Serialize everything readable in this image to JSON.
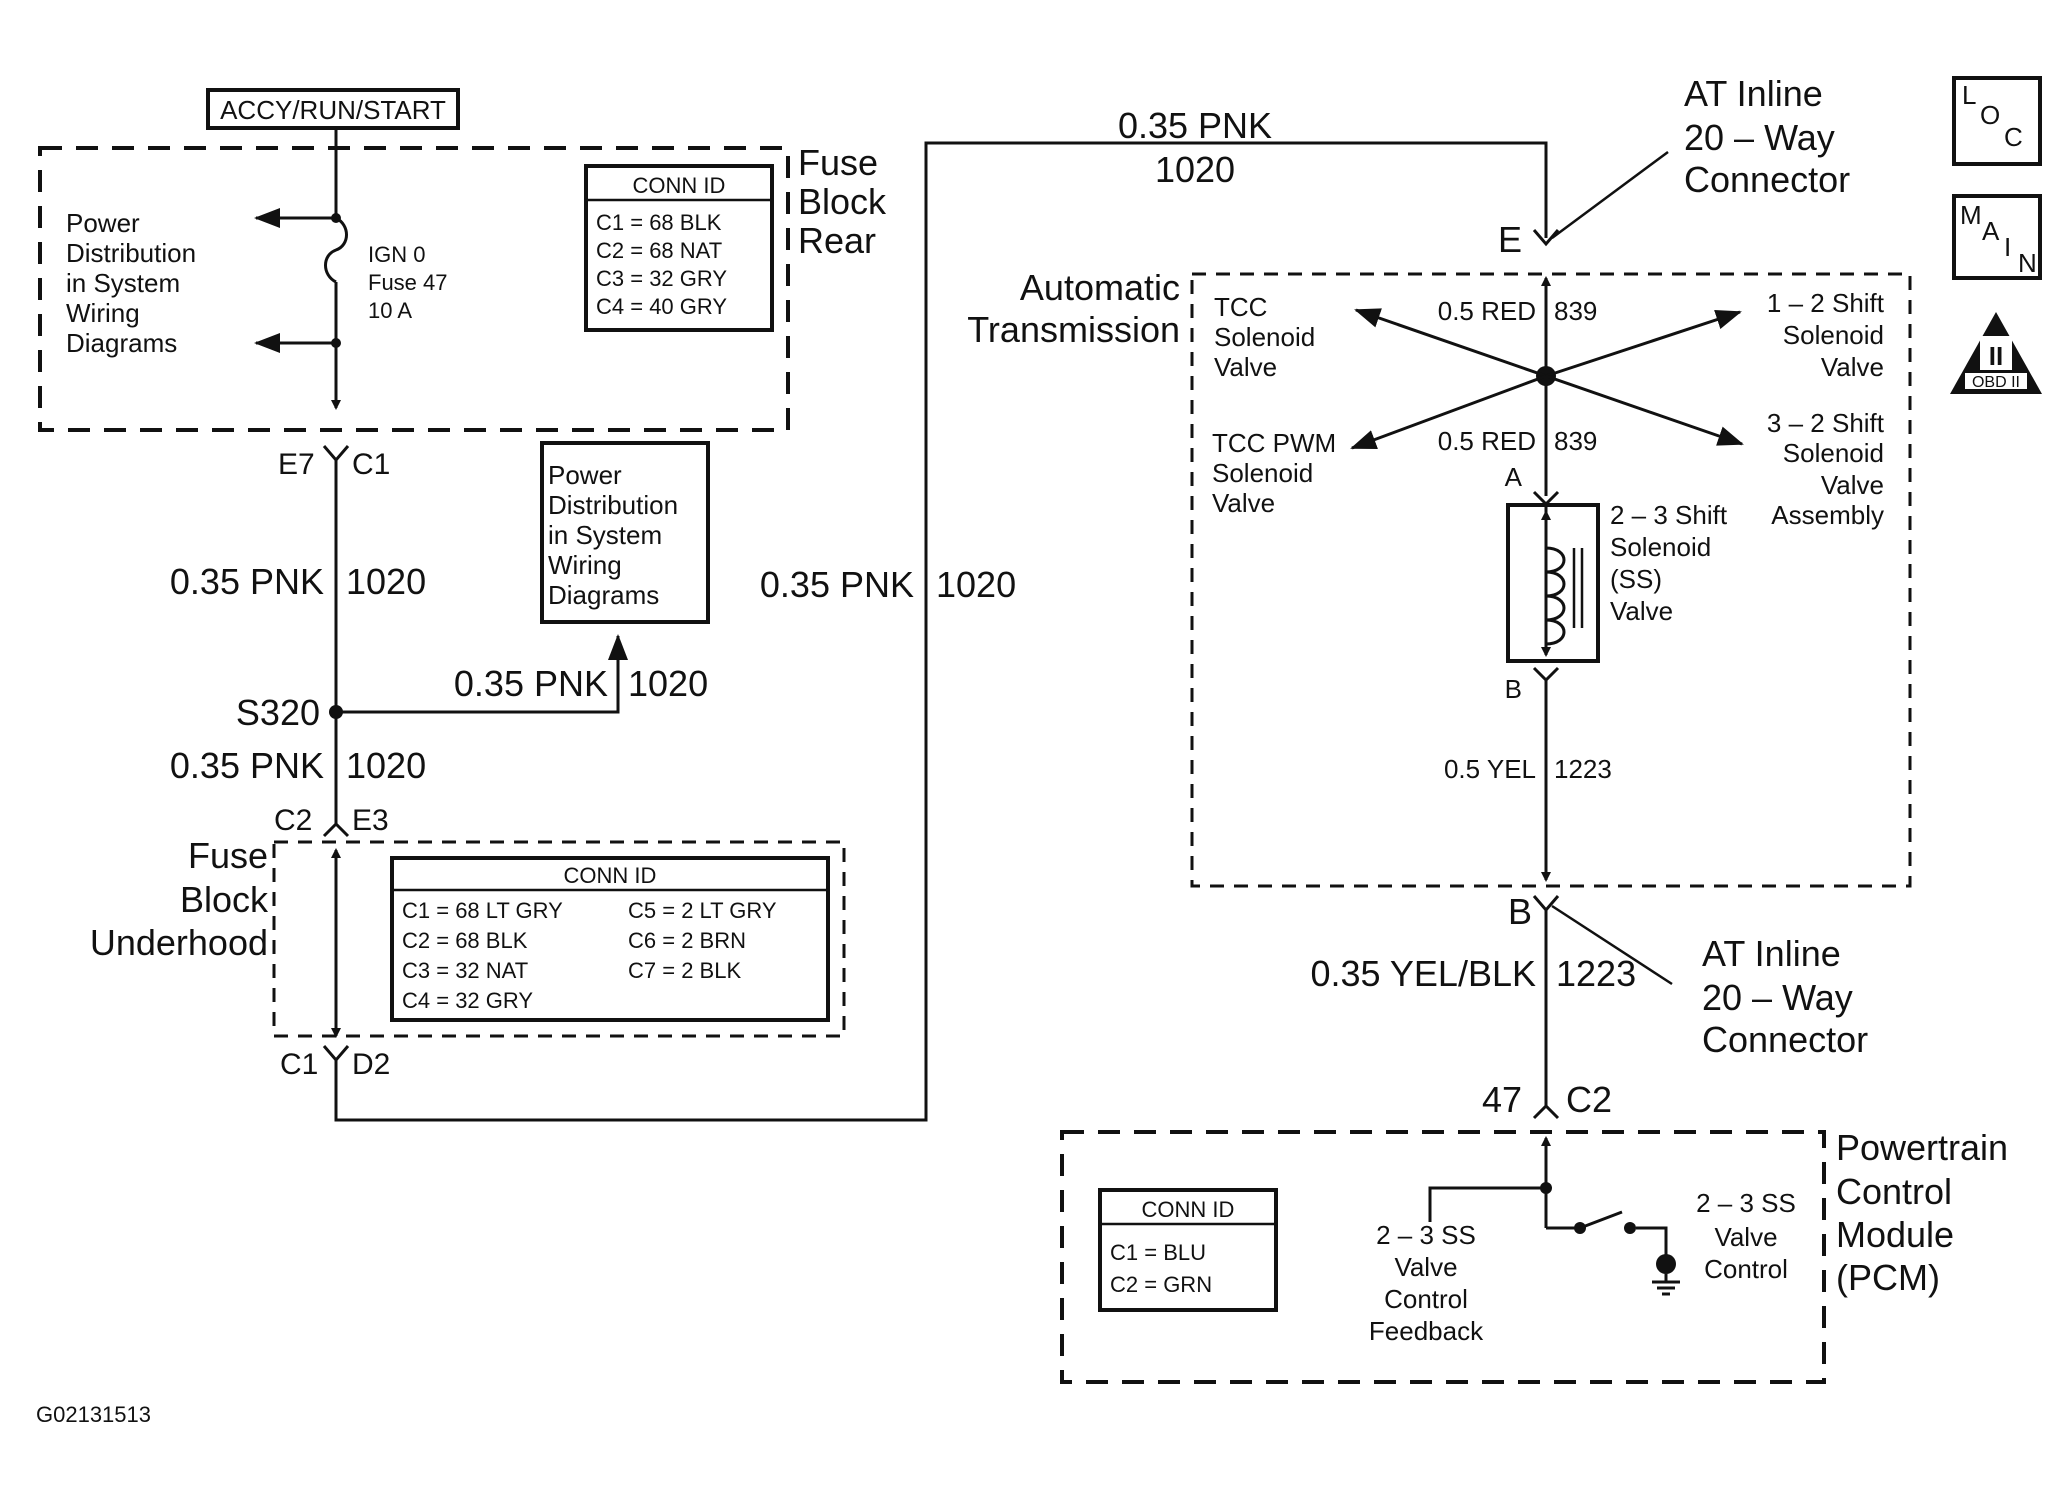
{
  "feed_label": "ACCY/RUN/START",
  "fuse_block_rear": {
    "title_lines": [
      "Fuse",
      "Block",
      "Rear"
    ],
    "power_dist_lines": [
      "Power",
      "Distribution",
      "in System",
      "Wiring",
      "Diagrams"
    ],
    "fuse_lines": [
      "IGN 0",
      "Fuse 47",
      "10 A"
    ],
    "conn_id": {
      "header": "CONN ID",
      "rows": [
        "C1 = 68 BLK",
        "C2 = 68 NAT",
        "C3 = 32 GRY",
        "C4 = 40 GRY"
      ]
    },
    "terminal_left": "E7",
    "terminal_right": "C1"
  },
  "power_dist_box_lines": [
    "Power",
    "Distribution",
    "in System",
    "Wiring",
    "Diagrams"
  ],
  "wires": {
    "w1_gauge": "0.35 PNK",
    "w1_circuit": "1020",
    "w2_gauge": "0.35 PNK",
    "w2_circuit": "1020",
    "w3_gauge": "0.35 PNK",
    "w3_circuit": "1020",
    "w4_gauge": "0.35 PNK",
    "w4_circuit": "1020",
    "w5_gauge": "0.35 PNK",
    "w5_circuit": "1020",
    "sol_top_wire": "0.5 RED",
    "sol_top_circuit": "839",
    "sol_mid_wire": "0.5 RED",
    "sol_mid_circuit": "839",
    "sol_bottom_wire": "0.5 YEL",
    "sol_bottom_circuit": "1223",
    "pcm_wire": "0.35 YEL/BLK",
    "pcm_circuit": "1223"
  },
  "splice": "S320",
  "fuse_block_underhood": {
    "title_lines": [
      "Fuse",
      "Block",
      "Underhood"
    ],
    "top_left": "C2",
    "top_right": "E3",
    "bottom_left": "C1",
    "bottom_right": "D2",
    "conn_id": {
      "header": "CONN ID",
      "col1": [
        "C1 = 68 LT GRY",
        "C2 = 68 BLK",
        "C3 = 32 NAT",
        "C4 = 32 GRY"
      ],
      "col2": [
        "C5 = 2 LT GRY",
        "C6 = 2 BRN",
        "C7 = 2 BLK"
      ]
    }
  },
  "at_connector_top": {
    "lines": [
      "AT Inline",
      "20 – Way",
      "Connector"
    ],
    "pin": "E"
  },
  "at_connector_bottom": {
    "lines": [
      "AT Inline",
      "20 – Way",
      "Connector"
    ],
    "pin": "B"
  },
  "automatic_transmission": {
    "title_lines": [
      "Automatic",
      "Transmission"
    ],
    "tcc_solenoid": [
      "TCC",
      "Solenoid",
      "Valve"
    ],
    "tcc_pwm": [
      "TCC PWM",
      "Solenoid",
      "Valve"
    ],
    "shift_12": [
      "1 – 2 Shift",
      "Solenoid",
      "Valve"
    ],
    "shift_32": [
      "3 – 2 Shift",
      "Solenoid",
      "Valve",
      "Assembly"
    ],
    "ss_23": [
      "2 – 3 Shift",
      "Solenoid",
      "(SS)",
      "Valve"
    ],
    "pin_a": "A",
    "pin_b": "B"
  },
  "pcm": {
    "title_lines": [
      "Powertrain",
      "Control",
      "Module",
      "(PCM)"
    ],
    "pin_left": "47",
    "pin_right": "C2",
    "conn_id": {
      "header": "CONN ID",
      "rows": [
        "C1 = BLU",
        "C2 = GRN"
      ]
    },
    "feedback_lines": [
      "2 – 3 SS",
      "Valve",
      "Control",
      "Feedback"
    ],
    "control_lines": [
      "2 – 3 SS",
      "Valve",
      "Control"
    ]
  },
  "badges": {
    "loc": [
      "L",
      "O",
      "C"
    ],
    "main": [
      "M",
      "A",
      "I",
      "N"
    ],
    "obd_numeral": "II",
    "obd_text": "OBD II"
  },
  "figure_id": "G02131513"
}
